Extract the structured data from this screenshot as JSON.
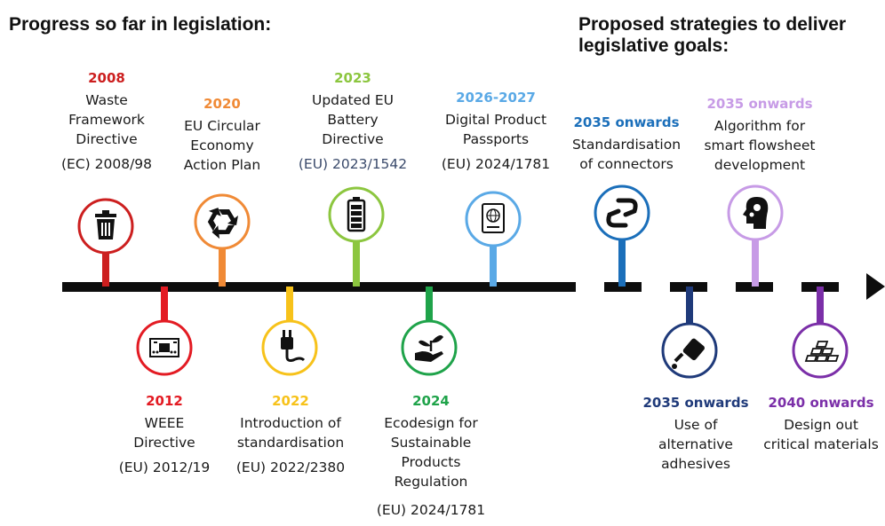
{
  "headings": {
    "progress": "Progress so far in legislation:",
    "proposed": "Proposed strategies to deliver legislative goals:"
  },
  "events": [
    {
      "key": "e2008",
      "year": "2008",
      "title": "Waste Framework Directive",
      "ref": "(EC) 2008/98",
      "color": "#cc1f1f",
      "icon": "trash-bin-icon",
      "ref_color": "#1a1a1a"
    },
    {
      "key": "e2012",
      "year": "2012",
      "title": "WEEE Directive",
      "ref": "(EU) 2012/19",
      "color": "#e31b23",
      "icon": "circuit-board-icon",
      "ref_color": "#1a1a1a"
    },
    {
      "key": "e2020",
      "year": "2020",
      "title": "EU Circular Economy Action Plan",
      "ref": "",
      "color": "#f08a36",
      "icon": "recycle-icon",
      "ref_color": "#1a1a1a"
    },
    {
      "key": "e2022",
      "year": "2022",
      "title": "Introduction of standardisation",
      "ref": "(EU) 2022/2380",
      "color": "#f7c21a",
      "icon": "charging-plug-icon",
      "ref_color": "#1a1a1a"
    },
    {
      "key": "e2023",
      "year": "2023",
      "title": "Updated EU Battery Directive",
      "ref": "(EU) 2023/1542",
      "color": "#8cc63f",
      "icon": "battery-icon",
      "ref_color": "#3a4a6b"
    },
    {
      "key": "e2024",
      "year": "2024",
      "title": "Ecodesign for Sustainable Products Regulation",
      "ref": "(EU) 2024/1781",
      "color": "#1fa34a",
      "icon": "hand-with-plant-icon",
      "ref_color": "#1a1a1a"
    },
    {
      "key": "e2026",
      "year": "2026-2027",
      "title": "Digital Product Passports",
      "ref": "(EU) 2024/1781",
      "color": "#5aa9e6",
      "icon": "passport-icon",
      "ref_color": "#1a1a1a"
    },
    {
      "key": "s1",
      "year": "2035 onwards",
      "title": "Standardisation of connectors",
      "ref": "",
      "color": "#1b6fba",
      "icon": "connector-link-icon",
      "ref_color": "#1a1a1a"
    },
    {
      "key": "s2",
      "year": "2035 onwards",
      "title": "Use of alternative adhesives",
      "ref": "",
      "color": "#1f3a7a",
      "icon": "adhesive-bottle-icon",
      "ref_color": "#1a1a1a"
    },
    {
      "key": "s3",
      "year": "2035 onwards",
      "title": "Algorithm for smart flowsheet development",
      "ref": "",
      "color": "#c79be6",
      "icon": "brain-gears-icon",
      "ref_color": "#1a1a1a"
    },
    {
      "key": "s4",
      "year": "2040 onwards",
      "title": "Design out critical materials",
      "ref": "",
      "color": "#7b2fa8",
      "icon": "material-bars-icon",
      "ref_color": "#1a1a1a"
    }
  ]
}
